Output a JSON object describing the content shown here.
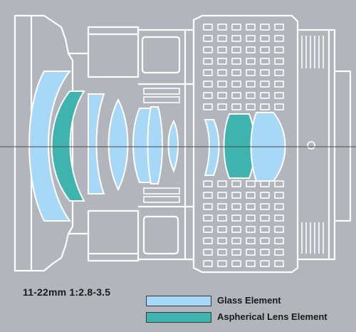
{
  "model": "11-22mm 1:2.8-3.5",
  "legend": [
    {
      "label": "Glass Element",
      "color": "#a7d8f7"
    },
    {
      "label": "Aspherical Lens Element",
      "color": "#3fb3ad"
    }
  ],
  "colors": {
    "background": "#b2b6bc",
    "outline": "#ffffff",
    "axis": "#4a4a4a"
  }
}
